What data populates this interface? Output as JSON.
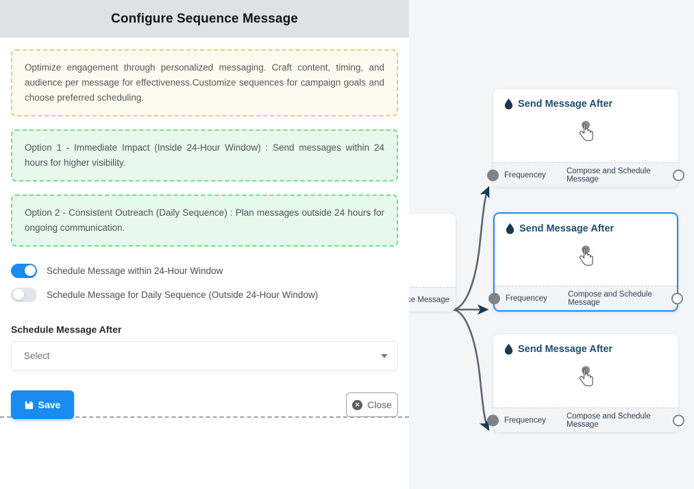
{
  "panel": {
    "header": {
      "title": "Configure Sequence Message"
    },
    "notes": {
      "info": "Optimize engagement through personalized messaging. Craft content, timing, and audience per message for effectiveness.Customize sequences for campaign goals and choose preferred scheduling.",
      "option1": "Option 1 - Immediate Impact (Inside 24-Hour Window) : Send messages within 24 hours for higher visibility.",
      "option2": "Option 2 - Consistent Outreach (Daily Sequence) : Plan messages outside 24 hours for ongoing communication."
    },
    "toggles": [
      {
        "label": "Schedule Message within 24-Hour Window",
        "state": "on"
      },
      {
        "label": "Schedule Message for Daily Sequence (Outside 24-Hour Window)",
        "state": "off"
      }
    ],
    "field": {
      "label": "Schedule Message After",
      "value": "Select",
      "caret_icon": "chevron-down-icon"
    },
    "footer": {
      "save_label": "Save",
      "save_icon": "save-floppy-icon",
      "close_label": "Close",
      "close_icon": "close-circle-icon"
    }
  },
  "canvas": {
    "partial_node": {
      "footer_text": "ce Message"
    },
    "nodes": [
      {
        "title": "Send Message After",
        "title_icon": "water-drop-icon",
        "center_icon": "hand-pointer-cursor-icon",
        "footer_left": "Frequencey",
        "footer_right": "Compose and Schedule Message",
        "selected": false
      },
      {
        "title": "Send Message After",
        "title_icon": "water-drop-icon",
        "center_icon": "hand-pointer-cursor-icon",
        "footer_left": "Frequencey",
        "footer_right": "Compose and Schedule Message",
        "selected": true
      },
      {
        "title": "Send Message After",
        "title_icon": "water-drop-icon",
        "center_icon": "hand-pointer-cursor-icon",
        "footer_left": "Frequencey",
        "footer_right": "Compose and Schedule Message",
        "selected": false
      }
    ]
  },
  "colors": {
    "accent": "#1a8cf0",
    "header_bg": "#dee2e6",
    "canvas_bg": "#f4f5f7",
    "info_border": "#f3c775",
    "info_bg": "#fdfbef",
    "green_border": "#6ee07f",
    "green_bg": "#e7f9ec",
    "node_title": "#1d4e6e",
    "edge": "#5a6470",
    "handle": "#7d848c"
  }
}
